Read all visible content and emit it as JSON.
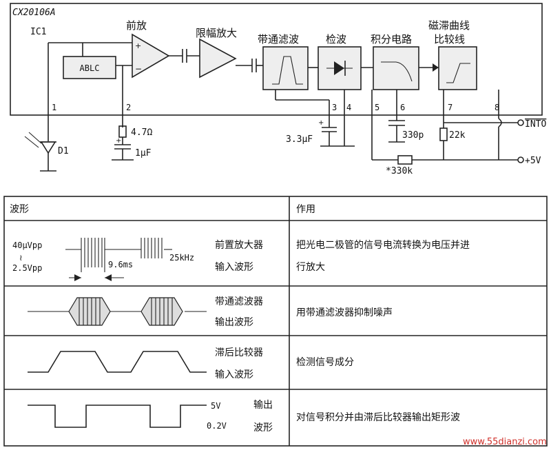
{
  "circuit": {
    "chip": "CX20106A",
    "ic": "IC1",
    "ablc": "ABLC",
    "preamp": "前放",
    "limiter": "限幅放大",
    "bandpass": "带通滤波",
    "detector": "检波",
    "integrator": "积分电路",
    "comparator_line1": "磁滞曲线",
    "comparator_line2": "比较线",
    "pins": [
      "1",
      "2",
      "3",
      "4",
      "5",
      "6",
      "7",
      "8"
    ],
    "resistor": "4.7Ω",
    "cap1": "1μF",
    "cap3": "3.3μF",
    "cap6": "330p",
    "r7": "22k",
    "r330": "*330k",
    "d1": "D1",
    "into": "INTO",
    "vcc": "+5V"
  },
  "table": {
    "headers": [
      "波形",
      "作用"
    ],
    "rows": [
      {
        "l1": "前置放大器",
        "l2": "输入波形",
        "effect": "把光电二极管的信号电流转换为电压并进",
        "effect2": "行放大"
      },
      {
        "l1": "带通滤波器",
        "l2": "输出波形",
        "effect": "用带通滤波器抑制噪声",
        "effect2": ""
      },
      {
        "l1": "滞后比较器",
        "l2": "输入波形",
        "effect": "检测信号成分",
        "effect2": ""
      },
      {
        "l1": "输出",
        "l2": "波形",
        "effect": "对信号积分并由滞后比较器输出矩形波",
        "effect2": ""
      }
    ],
    "wave1": {
      "vpp": "40μVpp",
      "tilde": "≀",
      "vpp2": "2.5Vpp",
      "period": "9.6ms",
      "freq": "25kHz"
    },
    "wave4": {
      "high": "5V",
      "low": "0.2V"
    }
  },
  "watermark": "www.55dianzi.com"
}
